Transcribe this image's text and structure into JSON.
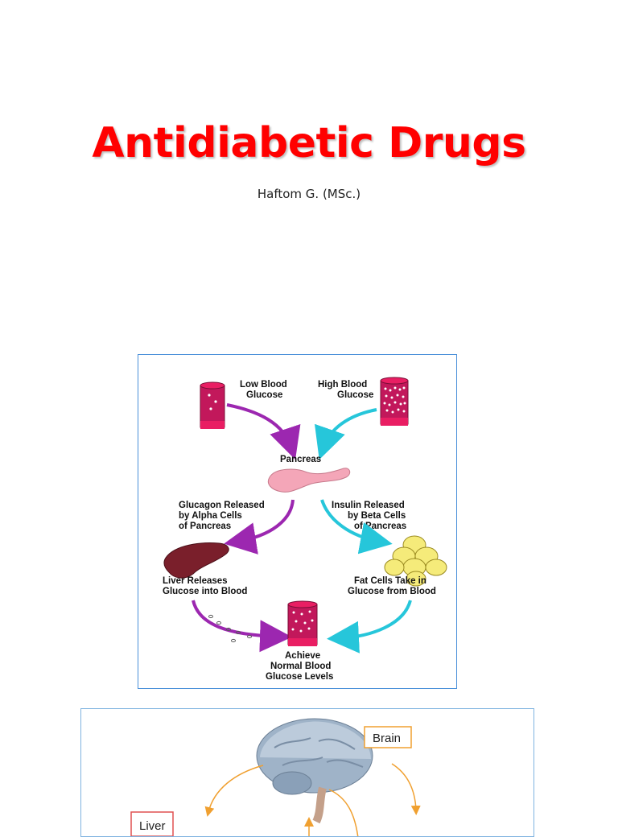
{
  "slide": {
    "title": "Antidiabetic Drugs",
    "author": "Haftom G. (MSc.)"
  },
  "figure1": {
    "low_glucose": [
      "Low Blood",
      "Glucose"
    ],
    "high_glucose": [
      "High Blood",
      "Glucose"
    ],
    "pancreas": "Pancreas",
    "glucagon": [
      "Glucagon Released",
      "by Alpha Cells",
      "of Pancreas"
    ],
    "insulin": [
      "Insulin Released",
      "by Beta Cells",
      "of Pancreas"
    ],
    "liver": [
      "Liver Releases",
      "Glucose into Blood"
    ],
    "fat": [
      "Fat Cells Take in",
      "Glucose from Blood"
    ],
    "normal": [
      "Achieve",
      "Normal Blood",
      "Glucose Levels"
    ],
    "colors": {
      "vessel": "#c2185b",
      "vessel_top": "#e91e63",
      "purple_arrow": "#9c27b0",
      "cyan_arrow": "#26c6da",
      "pancreas": "#f4a6b8",
      "liver": "#7a1f2b",
      "fat": "#f5eb7a"
    }
  },
  "figure2": {
    "brain_label": "Brain",
    "liver_label": "Liver",
    "colors": {
      "arrow": "#f0a030",
      "brain_label_border": "#f0a030",
      "liver_label_border": "#e05050"
    }
  }
}
